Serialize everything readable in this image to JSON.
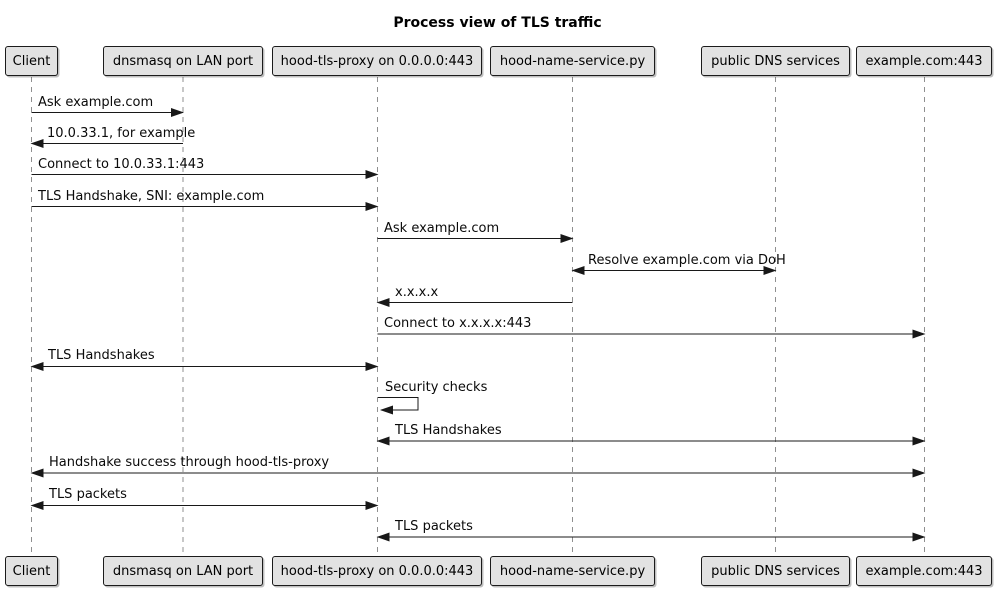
{
  "title": "Process view of TLS traffic",
  "participants": [
    {
      "label": "Client"
    },
    {
      "label": "dnsmasq on LAN port"
    },
    {
      "label": "hood-tls-proxy on 0.0.0.0:443"
    },
    {
      "label": "hood-name-service.py"
    },
    {
      "label": "public DNS services"
    },
    {
      "label": "example.com:443"
    }
  ],
  "messages": [
    {
      "label": "Ask example.com",
      "from": "Client",
      "to": "dnsmasq on LAN port",
      "arrow": "->"
    },
    {
      "label": "10.0.33.1, for example",
      "from": "dnsmasq on LAN port",
      "to": "Client",
      "arrow": "->"
    },
    {
      "label": "Connect to 10.0.33.1:443",
      "from": "Client",
      "to": "hood-tls-proxy on 0.0.0.0:443",
      "arrow": "->"
    },
    {
      "label": "TLS Handshake, SNI: example.com",
      "from": "Client",
      "to": "hood-tls-proxy on 0.0.0.0:443",
      "arrow": "->"
    },
    {
      "label": "Ask example.com",
      "from": "hood-tls-proxy on 0.0.0.0:443",
      "to": "hood-name-service.py",
      "arrow": "->"
    },
    {
      "label": "Resolve example.com via DoH",
      "from": "hood-name-service.py",
      "to": "public DNS services",
      "arrow": "<->"
    },
    {
      "label": "x.x.x.x",
      "from": "hood-name-service.py",
      "to": "hood-tls-proxy on 0.0.0.0:443",
      "arrow": "->"
    },
    {
      "label": "Connect to x.x.x.x:443",
      "from": "hood-tls-proxy on 0.0.0.0:443",
      "to": "example.com:443",
      "arrow": "->"
    },
    {
      "label": "TLS Handshakes",
      "from": "Client",
      "to": "hood-tls-proxy on 0.0.0.0:443",
      "arrow": "<->"
    },
    {
      "label": "Security checks",
      "from": "hood-tls-proxy on 0.0.0.0:443",
      "to": "hood-tls-proxy on 0.0.0.0:443",
      "arrow": "self"
    },
    {
      "label": "TLS Handshakes",
      "from": "hood-tls-proxy on 0.0.0.0:443",
      "to": "example.com:443",
      "arrow": "<->"
    },
    {
      "label": "Handshake success through hood-tls-proxy",
      "from": "Client",
      "to": "example.com:443",
      "arrow": "<->"
    },
    {
      "label": "TLS packets",
      "from": "Client",
      "to": "hood-tls-proxy on 0.0.0.0:443",
      "arrow": "<->"
    },
    {
      "label": "TLS packets",
      "from": "hood-tls-proxy on 0.0.0.0:443",
      "to": "example.com:443",
      "arrow": "<->"
    }
  ],
  "colors": {
    "background": "#FFFFFF",
    "participant_fill": "#E2E2E2",
    "participant_border": "#1B1B1B",
    "lifeline": "#8F8F8F",
    "arrow": "#181818",
    "text": "#000000"
  }
}
